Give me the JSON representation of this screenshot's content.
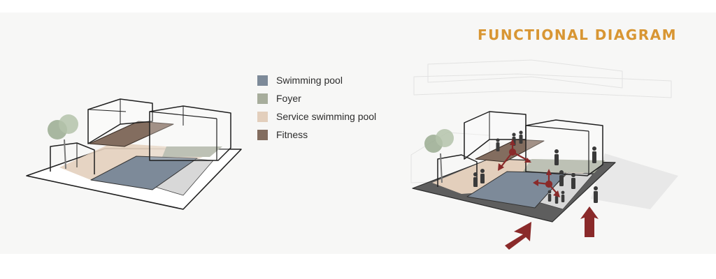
{
  "title": "FUNCTIONAL DIAGRAM",
  "legend": [
    {
      "label": "Swimming pool",
      "color": "#7d8a99"
    },
    {
      "label": "Foyer",
      "color": "#a7ad9c"
    },
    {
      "label": "Service swimming pool",
      "color": "#e3cfbc"
    },
    {
      "label": "Fitness",
      "color": "#836d5f"
    }
  ],
  "colors": {
    "title": "#d89633",
    "arrow": "#8a2a2a",
    "outline": "#1f1f1f",
    "tree": "#9aac90"
  }
}
